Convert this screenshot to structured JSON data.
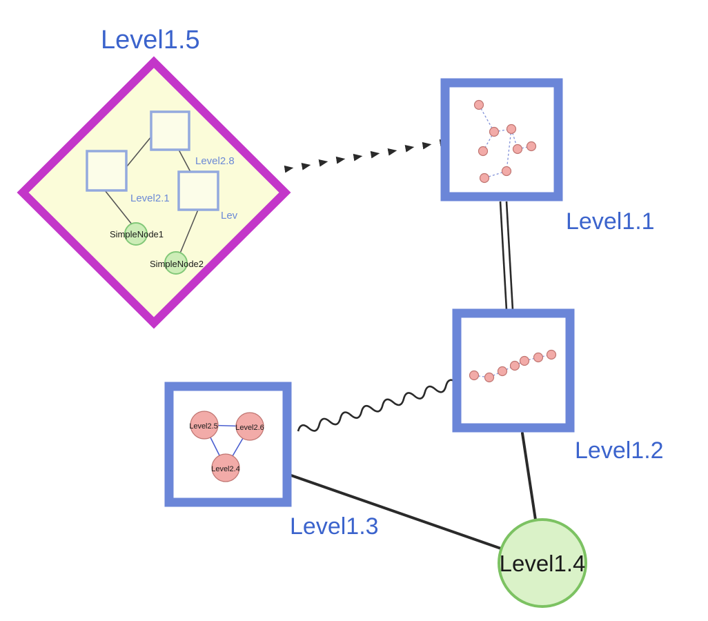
{
  "colors": {
    "canvas_bg": "#ffffff",
    "label_blue": "#3b63cc",
    "inner_label_blue": "#6b89d6",
    "node_border_blue": "#6b86d8",
    "diamond_stroke": "#c336c9",
    "diamond_fill": "#fbfcd9",
    "inner_square_stroke": "#93a9de",
    "inner_square_fill": "#fcfde9",
    "green_fill": "#cdedb7",
    "green_stroke": "#82c878",
    "big_green_fill": "#daf2c8",
    "big_green_stroke": "#7cc262",
    "pink_fill": "#f2aba8",
    "pink_stroke": "#bf7470",
    "edge_dark": "#2a2a2a",
    "mini_edge_blue": "#8090d8",
    "tri_edge_blue": "#4a5fd0",
    "text_dark": "#1a1a1a"
  },
  "graph": {
    "level1_5": {
      "label": "Level1.5",
      "shape": "diamond"
    },
    "level1_1": {
      "label": "Level1.1",
      "shape": "square"
    },
    "level1_2": {
      "label": "Level1.2",
      "shape": "square"
    },
    "level1_3": {
      "label": "Level1.3",
      "shape": "square"
    },
    "level1_4": {
      "label": "Level1.4",
      "shape": "circle"
    },
    "level2_8": {
      "label": "Level2.8",
      "shape": "square"
    },
    "level2_1": {
      "label": "Level2.1",
      "shape": "square"
    },
    "level2_x": {
      "label": "Lev",
      "shape": "square"
    },
    "simple_node_1": {
      "label": "SimpleNode1",
      "shape": "circle"
    },
    "simple_node_2": {
      "label": "SimpleNode2",
      "shape": "circle"
    },
    "level2_5": {
      "label": "Level2.5",
      "shape": "circle"
    },
    "level2_6": {
      "label": "Level2.6",
      "shape": "circle"
    },
    "level2_4": {
      "label": "Level2.4",
      "shape": "circle"
    }
  },
  "edges": [
    {
      "from": "Level1.5",
      "to": "Level1.1",
      "style": "bold-dashed-arrow"
    },
    {
      "from": "Level1.1",
      "to": "Level1.2",
      "style": "double-line"
    },
    {
      "from": "Level1.3",
      "to": "Level1.2",
      "style": "wavy"
    },
    {
      "from": "Level1.3",
      "to": "Level1.4",
      "style": "solid"
    },
    {
      "from": "Level1.2",
      "to": "Level1.4",
      "style": "solid"
    }
  ]
}
